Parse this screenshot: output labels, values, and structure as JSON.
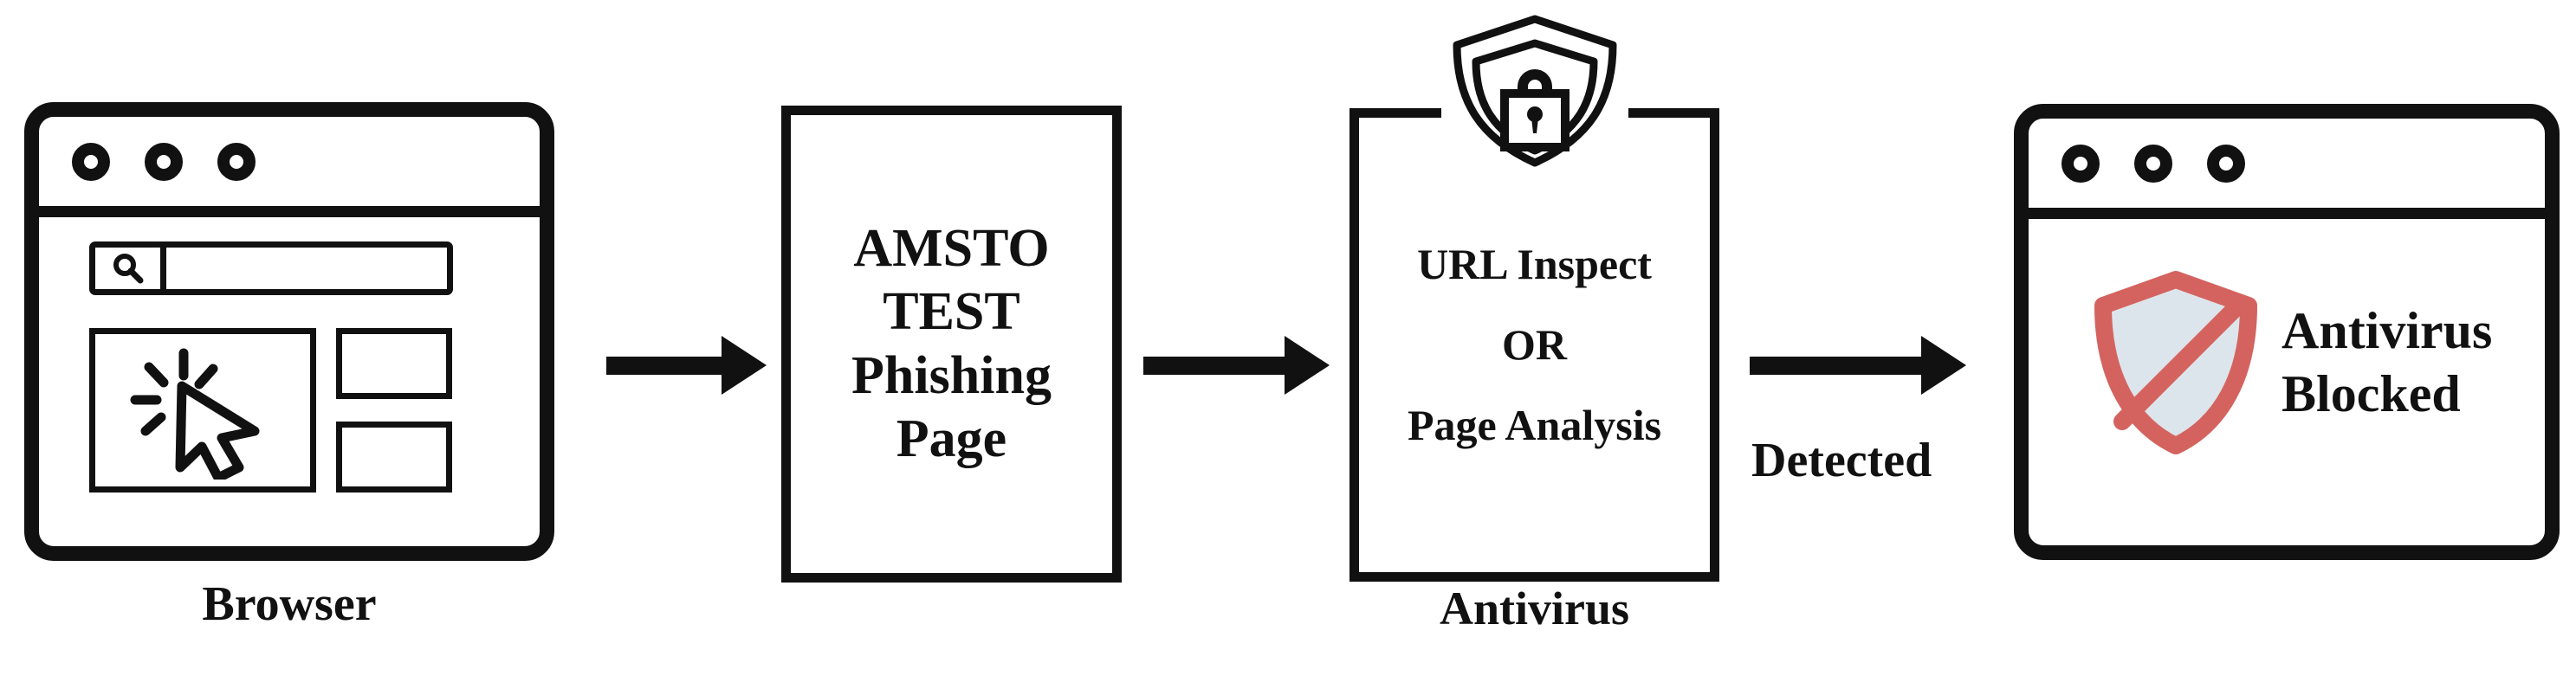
{
  "diagram": {
    "title": "Phishing page detection flow",
    "background_color": "#ffffff",
    "stroke_color": "#111111",
    "accent_red": "#d4635f",
    "shield_fill": "#dde5ec"
  },
  "nodes": {
    "browser": {
      "caption": "Browser",
      "icons": {
        "search": "search-icon",
        "cursor": "mouse-cursor-click-icon",
        "dots": [
          "window-dot",
          "window-dot",
          "window-dot"
        ]
      }
    },
    "phishing_page": {
      "lines": [
        "AMSTO",
        "TEST",
        "Phishing",
        "Page"
      ]
    },
    "antivirus": {
      "caption": "Antivirus",
      "badge_icon": "shield-lock-icon",
      "lines": [
        "URL Inspect",
        "OR",
        "Page Analysis"
      ]
    },
    "blocked": {
      "icon": "shield-blocked-icon",
      "lines": [
        "Antivirus",
        "Blocked"
      ]
    }
  },
  "arrows": [
    {
      "name": "browser-to-phishing",
      "label": ""
    },
    {
      "name": "phishing-to-antivirus",
      "label": ""
    },
    {
      "name": "antivirus-to-blocked",
      "label": "Detected"
    }
  ]
}
